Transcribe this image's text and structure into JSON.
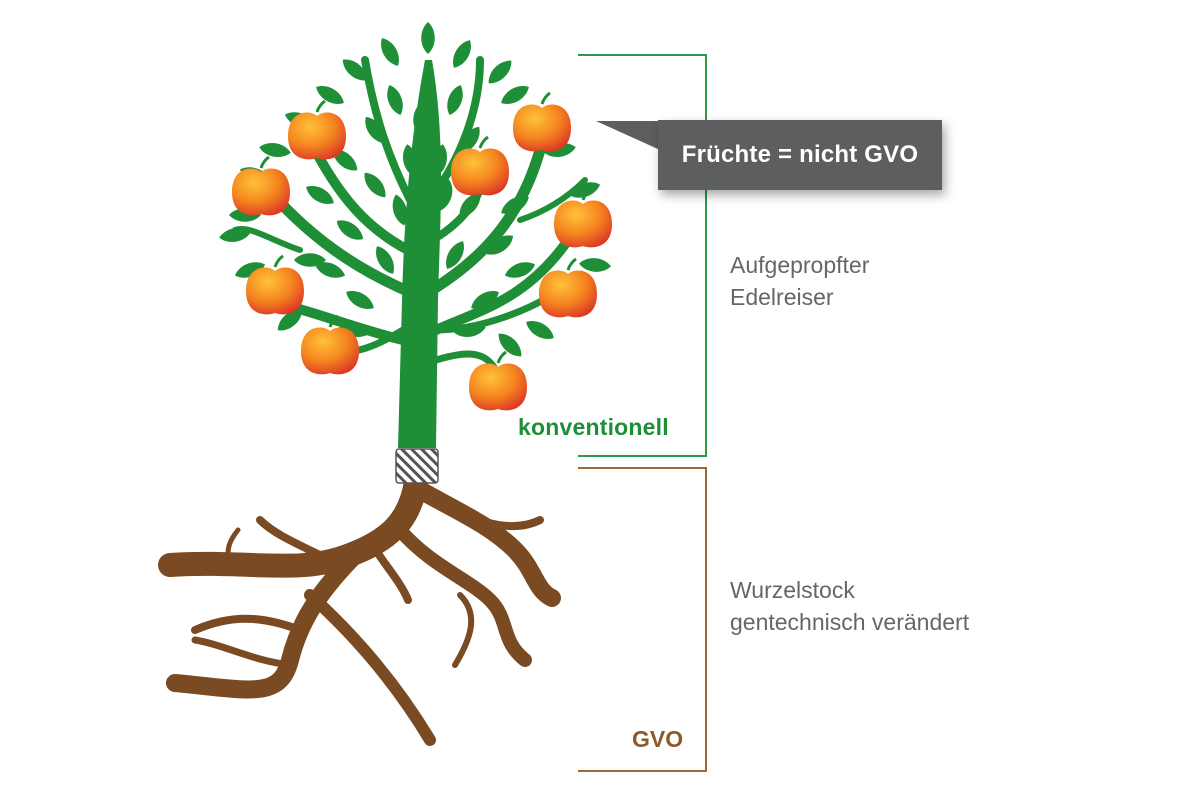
{
  "callout": {
    "text": "Früchte = nicht GVO"
  },
  "scion": {
    "lines": [
      "Aufgepropfter",
      "Edelreiser"
    ],
    "tag": "konventionell"
  },
  "rootstock": {
    "lines": [
      "Wurzelstock",
      "gentechnisch verändert"
    ],
    "tag": "GVO"
  },
  "colors": {
    "foliage": "#1e8f36",
    "trunk": "#1e8f36",
    "roots": "#7a4a22",
    "bracket_scion": "#2f9a44",
    "bracket_root": "#9a6a3c",
    "apple_light": "#f7a21b",
    "apple_dark": "#e2452a",
    "callout_bg": "#5d5e5f",
    "text_gray": "#666666"
  },
  "icons": {
    "tree": "tree-icon",
    "graft_union": "graft-union-icon",
    "apple": "apple-icon",
    "roots": "roots-icon"
  }
}
